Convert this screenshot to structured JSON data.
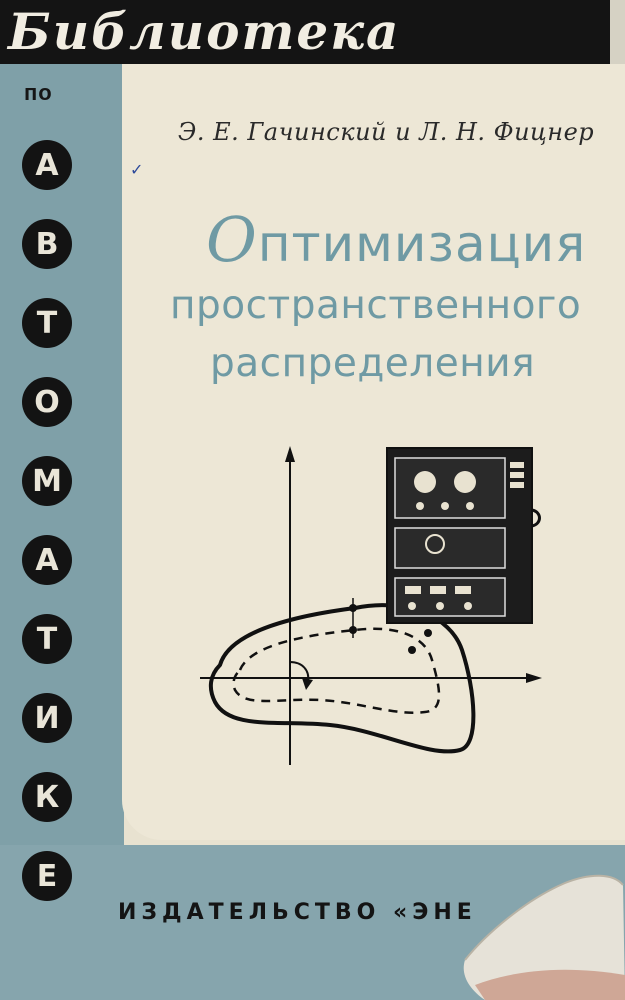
{
  "series_title": "Библиотека",
  "series_prefix": "по",
  "series_letters": [
    "А",
    "В",
    "Т",
    "О",
    "М",
    "А",
    "Т",
    "И",
    "К",
    "Е"
  ],
  "authors": "Э. Е. Гачинский и Л. Н. Фицнер",
  "title_line1_cap": "О",
  "title_line1_rest": "птимизация",
  "title_line2": "пространственного",
  "title_line3": "распределения",
  "publisher": "ИЗДАТЕЛЬСТВО «ЭНЕ",
  "colors": {
    "banner": "#141414",
    "blue": "#7fa0a8",
    "panel": "#ede7d6",
    "title_blue": "#6f9aa4"
  }
}
